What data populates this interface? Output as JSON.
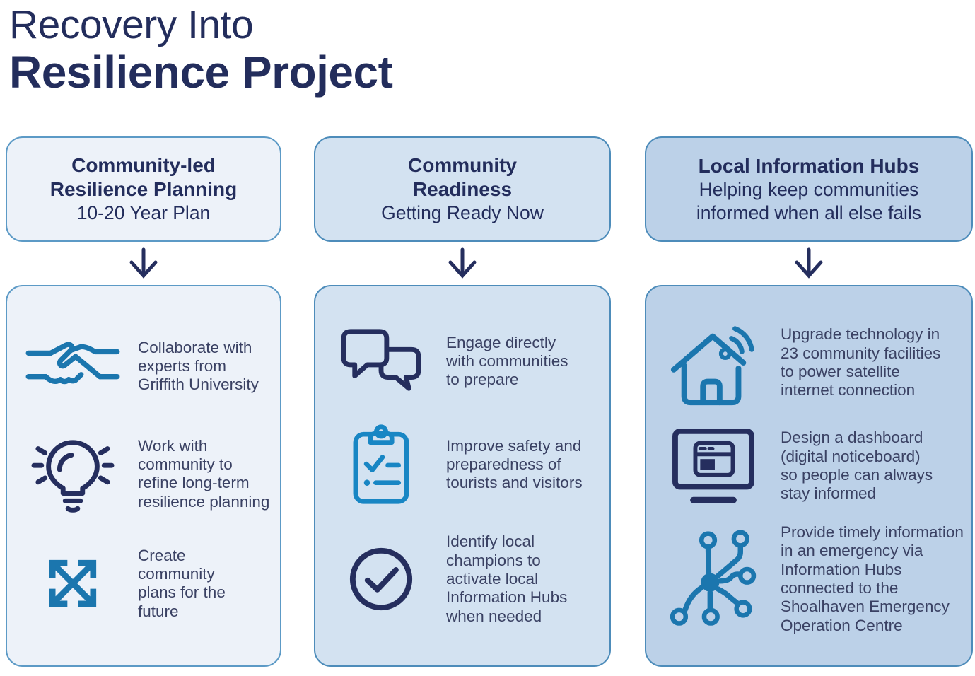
{
  "title": {
    "line1": "Recovery Into",
    "line2": "Resilience Project"
  },
  "colors": {
    "background": "#ffffff",
    "navy": "#232d5c",
    "body_text": "#3a4163",
    "icon_navy": "#252e5e",
    "icon_blue": "#1b76ae",
    "icon_blue_bright": "#1886c4",
    "col1_fill": "#edf2f9",
    "col2_fill": "#d3e2f1",
    "col3_fill": "#bcd1e8",
    "col1_border": "#5c9ac6",
    "col2_border": "#4d8cba",
    "col3_border": "#4d8cba"
  },
  "columns": [
    {
      "header": {
        "title": "Community-led\nResilience Planning",
        "subtitle": "10-20 Year Plan"
      },
      "arrow_icon": "down-arrow-icon",
      "items": [
        {
          "icon": "handshake-icon",
          "text": "Collaborate with\nexperts from\nGriffith University"
        },
        {
          "icon": "lightbulb-icon",
          "text": "Work with\ncommunity to\nrefine long-term\nresilience planning"
        },
        {
          "icon": "expand-arrows-icon",
          "text": "Create\ncommunity\nplans for the\nfuture"
        }
      ]
    },
    {
      "header": {
        "title": "Community\nReadiness",
        "subtitle": "Getting Ready Now"
      },
      "arrow_icon": "down-arrow-icon",
      "items": [
        {
          "icon": "chat-bubbles-icon",
          "text": "Engage directly\nwith communities\nto prepare"
        },
        {
          "icon": "clipboard-checklist-icon",
          "text": "Improve safety and\npreparedness of\ntourists and visitors"
        },
        {
          "icon": "check-circle-icon",
          "text": "Identify local\nchampions to\nactivate local\nInformation Hubs\nwhen needed"
        }
      ]
    },
    {
      "header": {
        "title": "Local Information Hubs",
        "subtitle": "Helping keep communities\ninformed when all else fails"
      },
      "arrow_icon": "down-arrow-icon",
      "items": [
        {
          "icon": "house-wifi-icon",
          "text": "Upgrade technology in\n23 community facilities\nto power satellite\ninternet connection"
        },
        {
          "icon": "dashboard-noticeboard-icon",
          "text": "Design a dashboard\n(digital noticeboard)\nso people can always\nstay informed"
        },
        {
          "icon": "network-hub-icon",
          "text": "Provide timely information\nin an emergency via\nInformation Hubs\nconnected to the\nShoalhaven Emergency\nOperation Centre"
        }
      ]
    }
  ]
}
